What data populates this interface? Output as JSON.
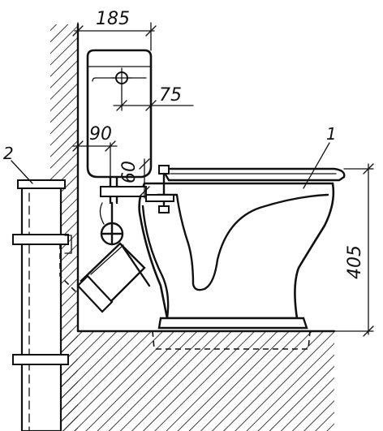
{
  "dimensions": {
    "tank_projection": "185",
    "tank_offset": "75",
    "wall_gap": "90",
    "pipe_height": "60",
    "bowl_height": "405"
  },
  "callouts": {
    "bowl": "1",
    "riser": "2"
  }
}
